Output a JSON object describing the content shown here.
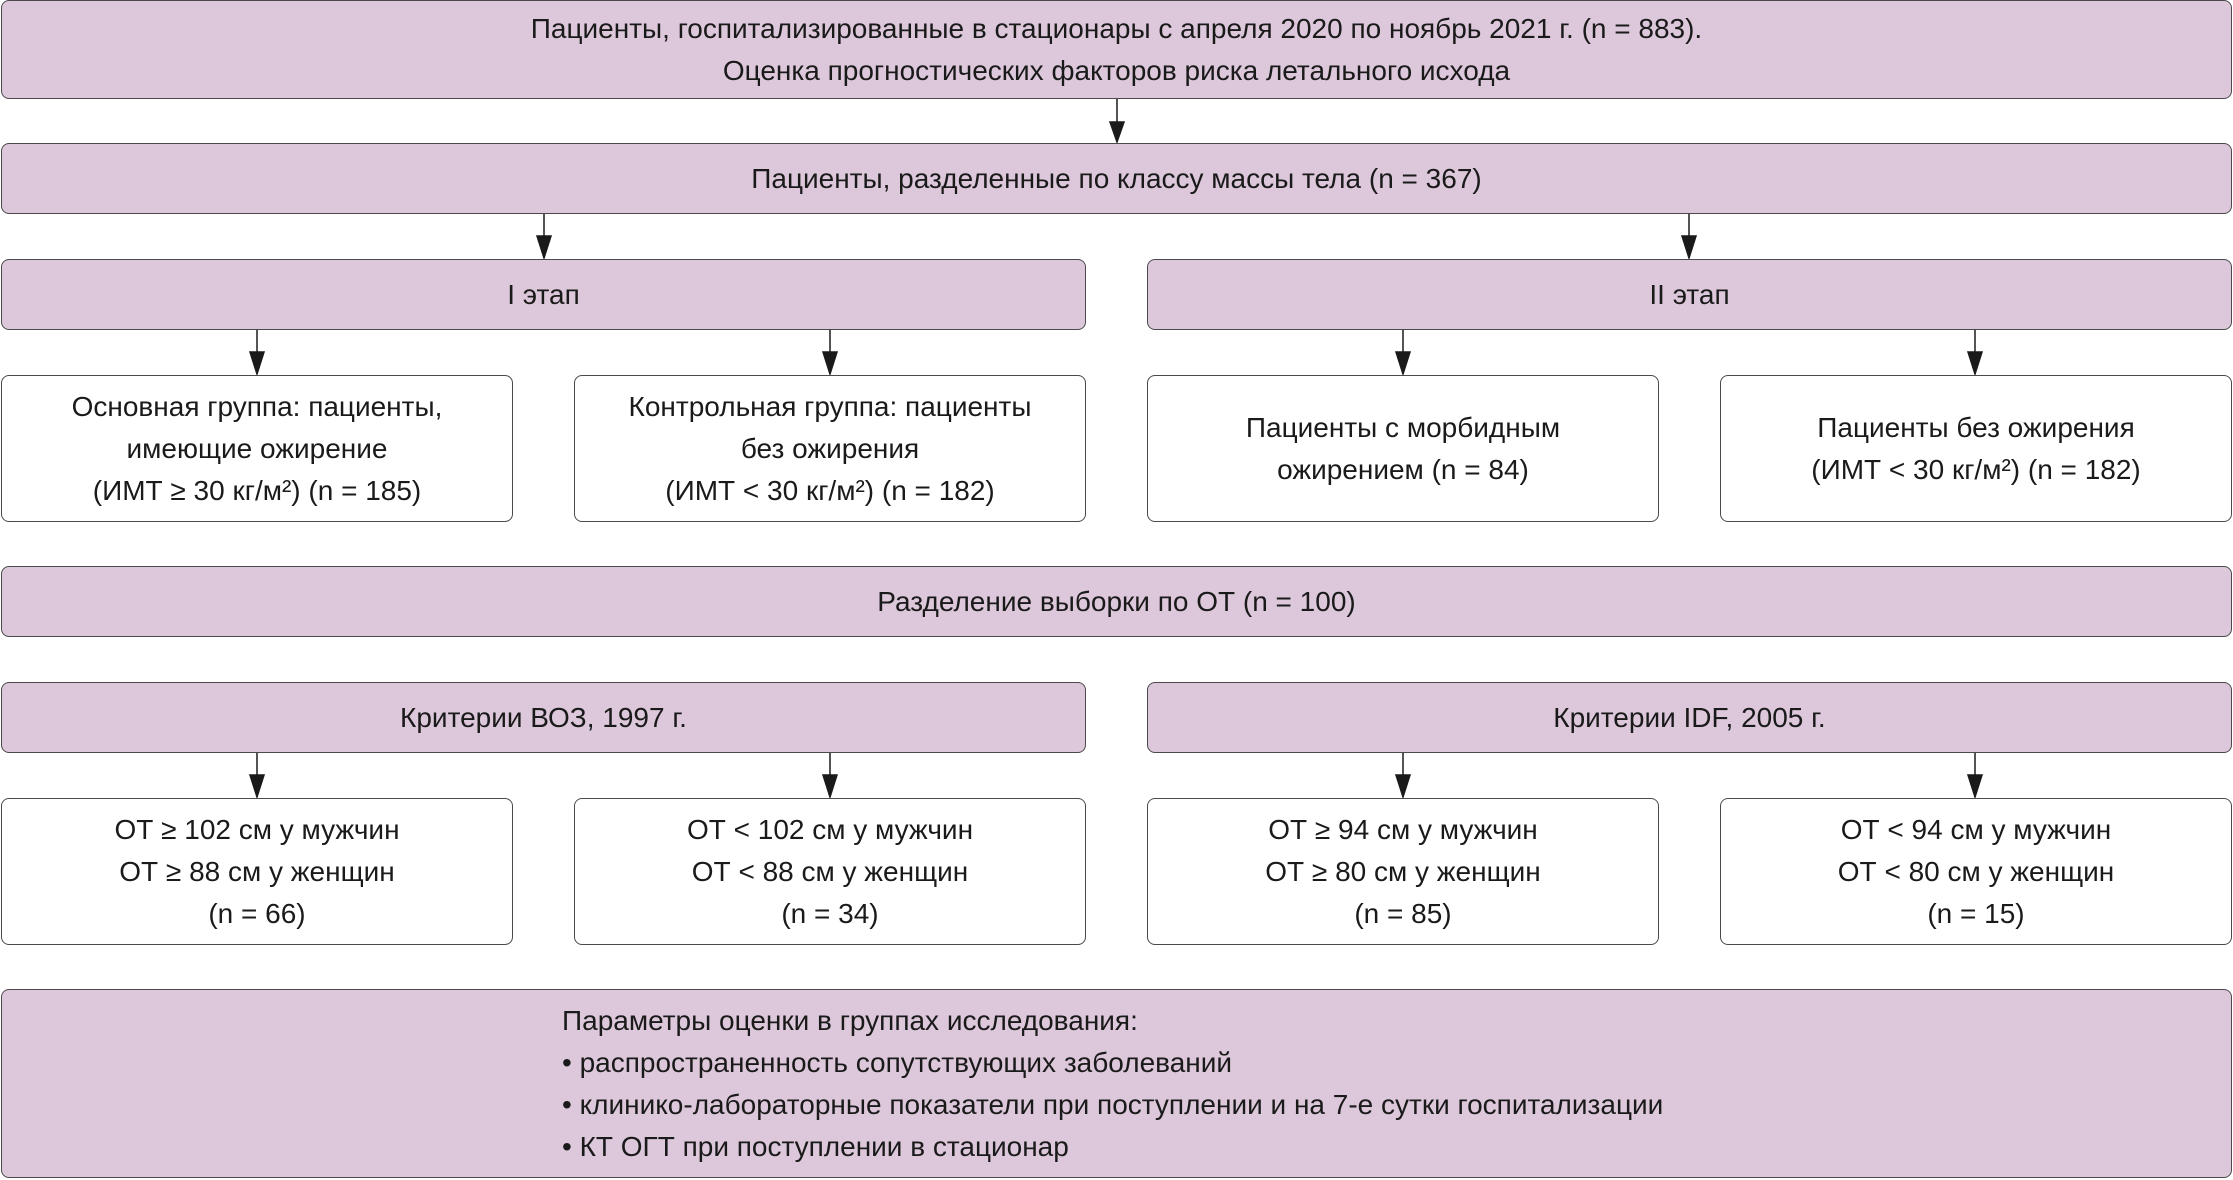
{
  "top": {
    "line1": "Пациенты, госпитализированные в стационары с апреля 2020 по ноябрь 2021 г. (n = 883).",
    "line2": "Оценка прогностических факторов риска летального исхода"
  },
  "split_bmi": "Пациенты, разделенные по классу массы тела (n = 367)",
  "stage1": {
    "title": "I этап",
    "left": {
      "line1": "Основная группа: пациенты,",
      "line2": "имеющие ожирение",
      "line3": "(ИМТ ≥ 30 кг/м²) (n = 185)"
    },
    "right": {
      "line1": "Контрольная группа: пациенты",
      "line2": "без ожирения",
      "line3": "(ИМТ < 30 кг/м²) (n = 182)"
    }
  },
  "stage2": {
    "title": "II этап",
    "left": {
      "line1": "Пациенты с морбидным",
      "line2": "ожирением (n = 84)"
    },
    "right": {
      "line1": "Пациенты без ожирения",
      "line2": "(ИМТ < 30 кг/м²) (n = 182)"
    }
  },
  "split_ot": "Разделение выборки по ОТ (n = 100)",
  "who": {
    "title": "Критерии ВОЗ, 1997 г.",
    "left": {
      "line1": "ОТ ≥ 102 см у мужчин",
      "line2": "ОТ ≥ 88 см у женщин",
      "line3": "(n = 66)"
    },
    "right": {
      "line1": "ОТ < 102 см у мужчин",
      "line2": "ОТ < 88 см у женщин",
      "line3": "(n = 34)"
    }
  },
  "idf": {
    "title": "Критерии IDF, 2005 г.",
    "left": {
      "line1": "ОТ ≥ 94 см у мужчин",
      "line2": "ОТ ≥ 80 см у женщин",
      "line3": "(n = 85)"
    },
    "right": {
      "line1": "ОТ < 94 см у мужчин",
      "line2": "ОТ < 80 см у женщин",
      "line3": "(n = 15)"
    }
  },
  "params": {
    "title": "Параметры оценки в группах исследования:",
    "items": [
      "• распространенность сопутствующих заболеваний",
      "• клинико-лабораторные показатели при поступлении и на 7-е сутки госпитализации",
      "• КТ ОГТ при поступлении в стационар"
    ]
  },
  "colors": {
    "box_fill": "#dcc8da",
    "border": "#4a4a4a",
    "arrow": "#1a1a1a"
  }
}
